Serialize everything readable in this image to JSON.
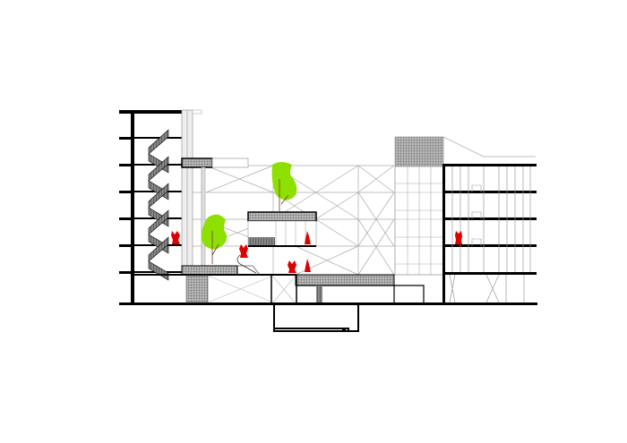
{
  "drawing": {
    "type": "architectural-section",
    "colors": {
      "line": "#000000",
      "grey_line": "#9a9a9a",
      "hatch": "#7a7a7a",
      "tree": "#8ee000",
      "figure": "#e00000",
      "background": "#ffffff"
    },
    "trees": 2,
    "figures": 6
  }
}
